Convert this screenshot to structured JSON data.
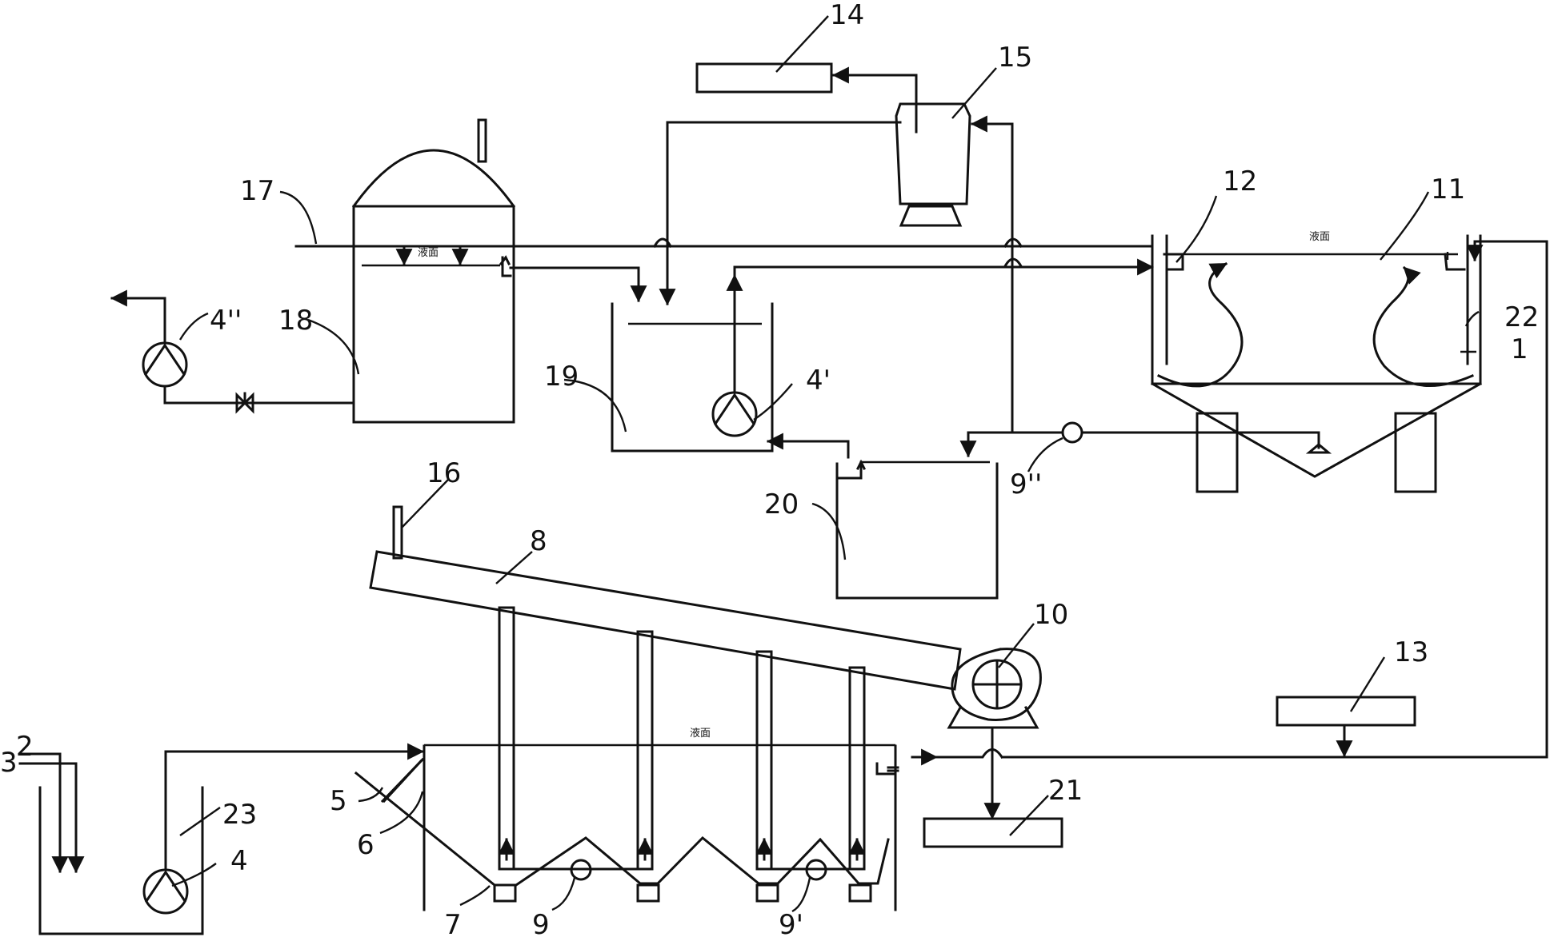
{
  "diagram": {
    "liquid_surface_label": "液面",
    "labels": {
      "n1": "1",
      "n2": "2",
      "n3": "3",
      "n4": "4",
      "n4p": "4'",
      "n4pp": "4''",
      "n5": "5",
      "n6": "6",
      "n7": "7",
      "n8": "8",
      "n9": "9",
      "n9p": "9'",
      "n9pp": "9''",
      "n10": "10",
      "n11": "11",
      "n12": "12",
      "n13": "13",
      "n14": "14",
      "n15": "15",
      "n16": "16",
      "n17": "17",
      "n18": "18",
      "n19": "19",
      "n20": "20",
      "n21": "21",
      "n22": "22",
      "n23": "23"
    }
  }
}
